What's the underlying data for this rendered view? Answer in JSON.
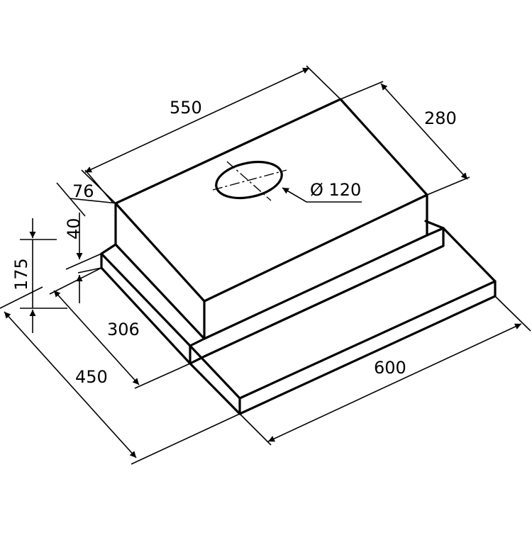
{
  "diagram": {
    "colors": {
      "ink": "#000000",
      "background": "#ffffff"
    },
    "dimensions": {
      "width_top": "550",
      "depth_top": "280",
      "front_offset": "76",
      "body_height": "40",
      "total_height": "175",
      "inner_depth": "306",
      "total_depth": "450",
      "total_width": "600",
      "duct_diameter": "Ø 120"
    }
  }
}
